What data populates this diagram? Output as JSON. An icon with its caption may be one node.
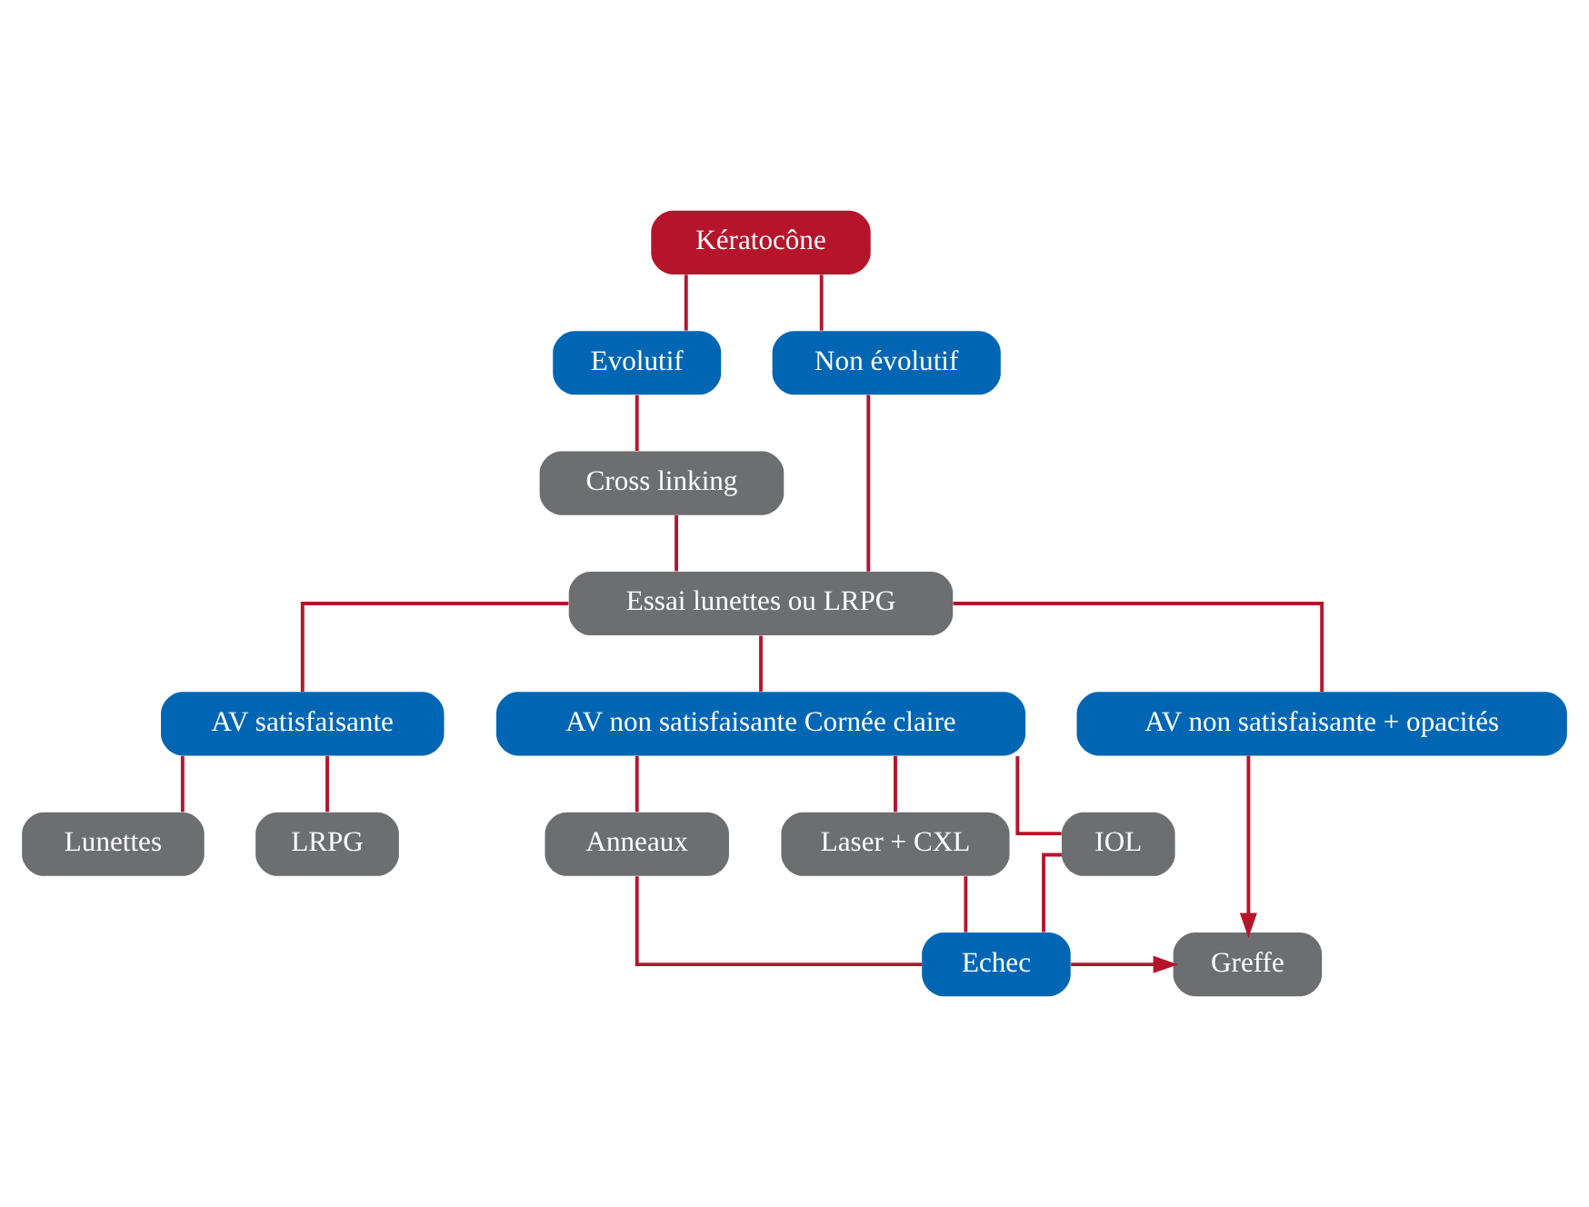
{
  "diagram": {
    "nodes": [
      {
        "text": [
          "Kératocône"
        ]
      },
      {
        "text": [
          "Evolutif"
        ]
      },
      {
        "text": [
          "Non évolutif"
        ]
      },
      {
        "text": [
          "Cross linking"
        ]
      },
      {
        "text": [
          "Essai lunettes ou LRPG"
        ]
      },
      {
        "text": [
          "AV satisfaisante"
        ]
      },
      {
        "text": [
          "AV non satisfaisante Cornée claire"
        ]
      },
      {
        "text": [
          "AV non satisfaisante + opacités"
        ]
      },
      {
        "text": [
          "Lunettes"
        ]
      },
      {
        "text": [
          "LRPG"
        ]
      },
      {
        "text": [
          "Anneaux"
        ]
      },
      {
        "text": [
          "Laser + CXL"
        ]
      },
      {
        "text": [
          "IOL"
        ]
      },
      {
        "text": [
          "Echec"
        ]
      },
      {
        "text": [
          "Greffe"
        ]
      }
    ],
    "edges": [
      {
        "from": 0,
        "to": 1,
        "arrow": "none"
      },
      {
        "from": 0,
        "to": 2,
        "arrow": "none"
      },
      {
        "from": 1,
        "to": 3,
        "arrow": "none"
      },
      {
        "from": 3,
        "to": 4,
        "arrow": "none"
      },
      {
        "from": 2,
        "to": 4,
        "arrow": "none"
      },
      {
        "from": 4,
        "to": 5,
        "arrow": "none"
      },
      {
        "from": 4,
        "to": 6,
        "arrow": "none"
      },
      {
        "from": 4,
        "to": 7,
        "arrow": "none"
      },
      {
        "from": 5,
        "to": 8,
        "arrow": "none"
      },
      {
        "from": 5,
        "to": 9,
        "arrow": "none"
      },
      {
        "from": 6,
        "to": 10,
        "arrow": "none"
      },
      {
        "from": 6,
        "to": 11,
        "arrow": "none"
      },
      {
        "from": 6,
        "to": 12,
        "arrow": "none"
      },
      {
        "from": 10,
        "to": 13,
        "arrow": "none"
      },
      {
        "from": 11,
        "to": 13,
        "arrow": "none"
      },
      {
        "from": 12,
        "to": 13,
        "arrow": "none"
      },
      {
        "from": 7,
        "to": 14,
        "arrow": "to"
      },
      {
        "from": 13,
        "to": 14,
        "arrow": "to"
      }
    ]
  }
}
